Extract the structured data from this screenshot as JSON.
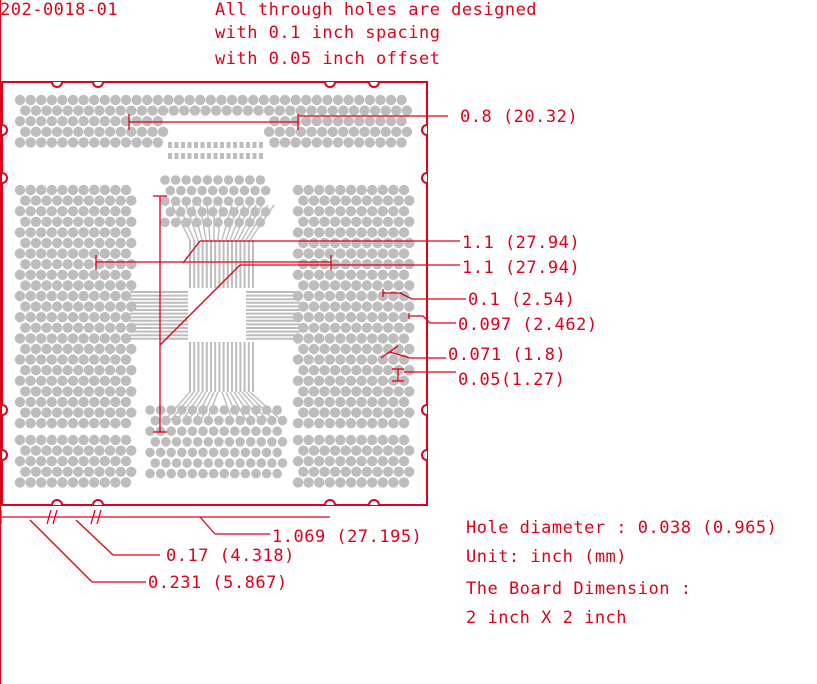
{
  "header": {
    "part_number": "202-0018-01",
    "note_line1": "All through holes are designed",
    "note_line2": "with 0.1 inch spacing",
    "note_line3": "with 0.05 inch offset"
  },
  "dimensions": {
    "top_row_span": "0.8 (20.32)",
    "diag_span": "1.1 (27.94)",
    "horiz_span": "1.1 (27.94)",
    "hole_pitch": "0.1 (2.54)",
    "hole_spacing": "0.097 (2.462)",
    "diag_pitch": "0.071 (1.8)",
    "offset": "0.05(1.27)",
    "bottom_span": "1.069 (27.195)",
    "edge_17": "0.17 (4.318)",
    "edge_231": "0.231 (5.867)"
  },
  "notes": {
    "hole_diameter": "Hole diameter : 0.038 (0.965)",
    "unit": "Unit: inch (mm)",
    "board_dim_title": "The Board Dimension :",
    "board_dim_value": "2 inch X 2 inch"
  },
  "colors": {
    "ink": "#e0001b",
    "pad": "#bdbdbd",
    "background": "#ffffff"
  }
}
